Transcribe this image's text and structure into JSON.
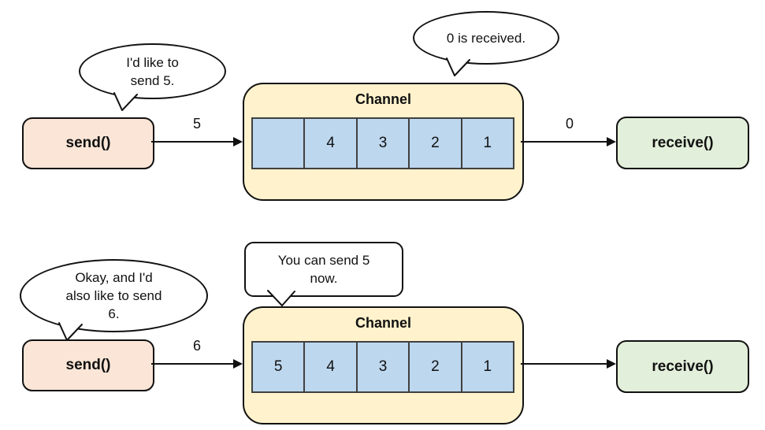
{
  "colors": {
    "send_box": "#FBE5D6",
    "receive_box": "#E2EFDA",
    "channel_box": "#FFF2CC",
    "cell": "#BDD7EE",
    "ink": "#111111",
    "cell_border": "#404040"
  },
  "top": {
    "send_bubble_lines": [
      "I'd like to",
      "send 5."
    ],
    "receive_bubble_lines": [
      "0 is received."
    ],
    "send_label": "send()",
    "send_arrow_label": "5",
    "channel_title": "Channel",
    "cells": [
      "",
      "4",
      "3",
      "2",
      "1"
    ],
    "receive_arrow_label": "0",
    "receive_label": "receive()"
  },
  "bottom": {
    "send_bubble_lines": [
      "Okay, and I'd",
      "also like to send",
      "6."
    ],
    "channel_bubble_lines": [
      "You can send 5",
      "now."
    ],
    "send_label": "send()",
    "send_arrow_label": "6",
    "channel_title": "Channel",
    "cells": [
      "5",
      "4",
      "3",
      "2",
      "1"
    ],
    "receive_label": "receive()"
  }
}
